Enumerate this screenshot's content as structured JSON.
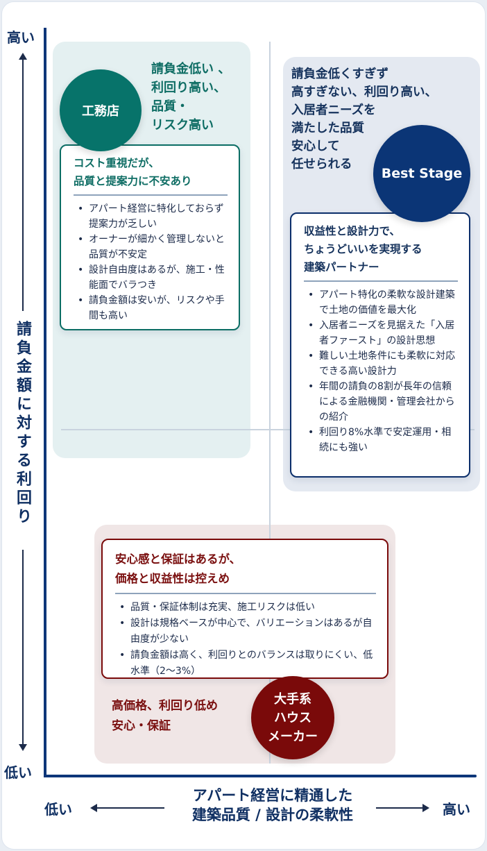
{
  "y_axis": {
    "label": "請負金額に対する利回り",
    "high": "高い",
    "low": "低い"
  },
  "x_axis": {
    "label_line1": "アパート経営に精通した",
    "label_line2": "建築品質 / 設計の柔軟性",
    "low": "低い",
    "high": "高い"
  },
  "quadrants": {
    "koumuten": {
      "name": "工務店",
      "color": "#07736a",
      "summary": [
        "請負金低い 、",
        "利回り高い、",
        "品質・",
        "リスク高い"
      ],
      "box_title": [
        "コスト重視だが、",
        "品質と提案力に不安あり"
      ],
      "bullets": [
        "アパート経営に特化しておらず提案力が乏しい",
        "オーナーが細かく管理しないと品質が不安定",
        "設計自由度はあるが、施工・性能面でバラつき",
        "請負金額は安いが、リスクや手間も高い"
      ]
    },
    "best_stage": {
      "name": "Best Stage",
      "color": "#0b3576",
      "summary": [
        "請負金低くすぎず",
        "高すぎない、利回り高い、",
        "入居者ニーズを",
        "満たした品質",
        "安心して",
        "任せられる"
      ],
      "box_title": [
        "収益性と設計力で、",
        "ちょうどいいを実現する",
        "建築パートナー"
      ],
      "bullets": [
        "アパート特化の柔軟な設計建築で土地の価値を最大化",
        "入居者ニーズを見据えた「入居者ファースト」の設計思想",
        "難しい土地条件にも柔軟に対応できる高い設計力",
        "年間の請負の8割が長年の信頼による金融機関・管理会社からの紹介",
        "利回り8%水準で安定運用・相続にも強い"
      ]
    },
    "house_maker": {
      "name_lines": [
        "大手系",
        "ハウス",
        "メーカー"
      ],
      "color": "#7a0a0a",
      "summary": [
        "高価格、利回り低め",
        "安心・保証"
      ],
      "box_title": [
        "安心感と保証はあるが、",
        "価格と収益性は控えめ"
      ],
      "bullets": [
        "品質・保証体制は充実、施工リスクは低い",
        "設計は規格ベースが中心で、バリエーションはあるが自由度が少ない",
        "請負金額は高く、利回りとのバランスは取りにくい、低水準（2〜3%）"
      ]
    }
  }
}
